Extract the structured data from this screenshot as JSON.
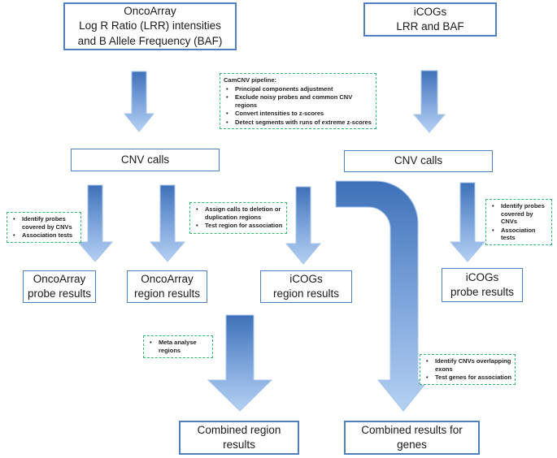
{
  "figure": {
    "description_boxes": "CNV analysis pipeline flowchart"
  },
  "boxes": {
    "oncoarray_input": {
      "line1": "OncoArray",
      "line2": "Log R Ratio (LRR) intensities",
      "line3": "and B Allele Frequency (BAF)"
    },
    "icogs_input": {
      "line1": "iCOGs",
      "line2": "LRR and BAF"
    },
    "cnv_calls_left": {
      "line1": "CNV calls"
    },
    "cnv_calls_right": {
      "line1": "CNV calls"
    },
    "oncoarray_probe": {
      "line1": "OncoArray",
      "line2": "probe results"
    },
    "oncoarray_region": {
      "line1": "OncoArray",
      "line2": "region results"
    },
    "icogs_region": {
      "line1": "iCOGs",
      "line2": "region results"
    },
    "icogs_probe": {
      "line1": "iCOGs",
      "line2": "probe results"
    },
    "combined_region": {
      "line1": "Combined region",
      "line2": "results"
    },
    "combined_genes": {
      "line1": "Combined results for",
      "line2": "genes"
    }
  },
  "notes": {
    "camcnv": {
      "title": "CamCNV pipeline:",
      "items": [
        "Principal components adjustment",
        "Exclude noisy probes and common CNV regions",
        "Convert intensities to z-scores",
        "Detect segments with runs of extreme z-scores"
      ]
    },
    "left_probe_tests": {
      "items": [
        "Identify probes covered by CNVs",
        "Association tests"
      ]
    },
    "assign_regions": {
      "items": [
        "Assign calls to deletion or duplication regions",
        "Test region for association"
      ]
    },
    "right_probe_tests": {
      "items": [
        "Identify probes covered by CNVs",
        "Association tests"
      ]
    },
    "meta_analyse": {
      "items": [
        "Meta analyse regions"
      ]
    },
    "gene_tests": {
      "items": [
        "Identify CNVs overlapping exons",
        "Test genes for association"
      ]
    }
  },
  "colors": {
    "box_border": "#4d80bd",
    "note_border": "#2fbb6e",
    "arrow_gradient_top": "#3e71b8",
    "arrow_gradient_mid": "#7ba3da",
    "arrow_gradient_bottom": "#b4d0f2",
    "text": "#1a1a1a"
  }
}
